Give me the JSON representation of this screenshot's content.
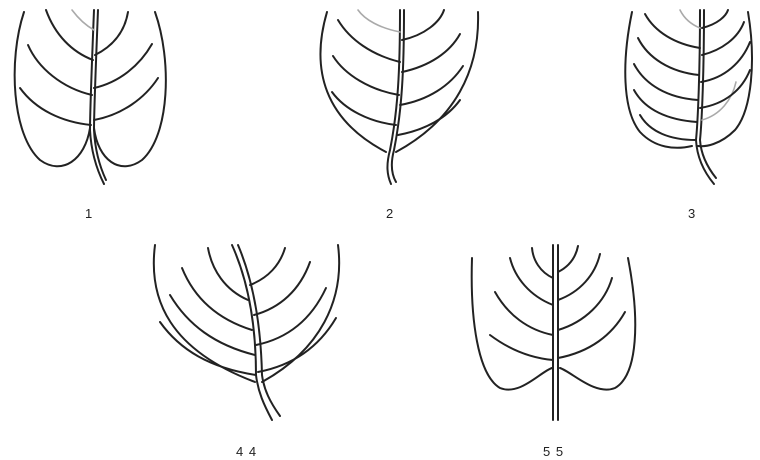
{
  "leaves": [
    {
      "id": "1",
      "label": "1"
    },
    {
      "id": "2",
      "label": "2"
    },
    {
      "id": "3",
      "label": "3"
    },
    {
      "id": "4",
      "label": "4 4"
    },
    {
      "id": "5",
      "label": "5 5"
    }
  ],
  "colors": {
    "stroke": "#222222",
    "faint": "#aaaaaa",
    "background": "#ffffff"
  }
}
